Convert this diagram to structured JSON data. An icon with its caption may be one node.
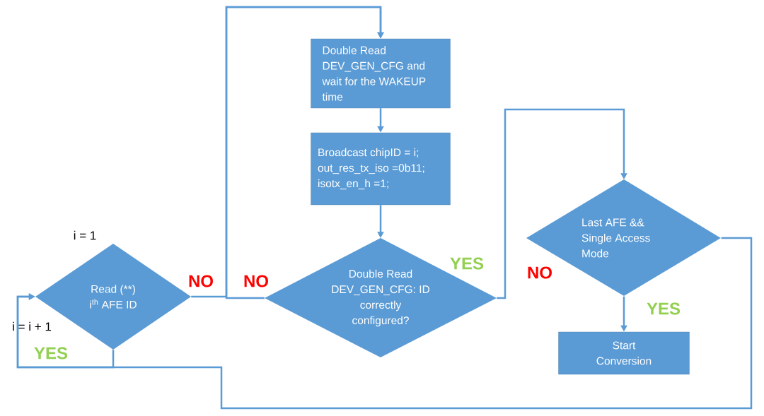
{
  "diagram": {
    "nodes": [
      {
        "text": [
          "Read (**) i$^{th}$ AFE ID"
        ],
        "beside": [
          "i = 1"
        ]
      },
      {
        "text": [
          "Double Read DEV_GEN_CFG and wait for the WAKEUP time"
        ]
      },
      {
        "text": [
          "Broadcast chipID = i; out_res_tx_iso =0b11; isotx_en_h =1;"
        ]
      },
      {
        "text": [
          "Double Read DEV_GEN_CFG: ID correctly configured?"
        ]
      },
      {
        "text": [
          "Last AFE && Single Access Mode"
        ]
      },
      {
        "text": [
          "Start Conversion"
        ]
      }
    ],
    "edges": [
      {
        "from": 0,
        "to": 1,
        "arrow": "to",
        "label": "NO"
      },
      {
        "from": 1,
        "to": 2,
        "arrow": "to"
      },
      {
        "from": 2,
        "to": 3,
        "arrow": "to"
      },
      {
        "from": 3,
        "to": 1,
        "arrow": "to",
        "label": "NO"
      },
      {
        "from": 3,
        "to": 4,
        "arrow": "to",
        "label": "YES"
      },
      {
        "from": 4,
        "to": 5,
        "arrow": "to",
        "label": "YES"
      },
      {
        "from": 4,
        "to": 0,
        "arrow": "to"
      },
      {
        "from": 0,
        "to": 0,
        "arrow": "to",
        "label": "YES"
      }
    ],
    "labels": [
      "NO",
      "i = i + 1"
    ]
  }
}
